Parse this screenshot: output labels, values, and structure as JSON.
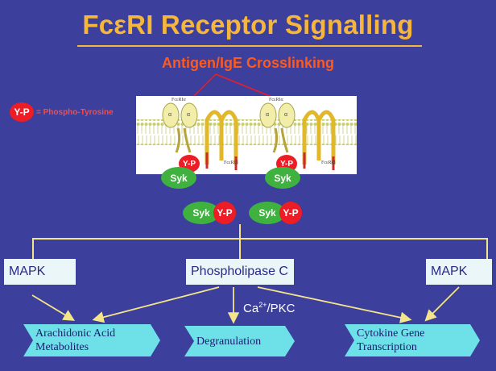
{
  "title": "FcεRI Receptor Signalling",
  "subtitle": "Antigen/IgE Crosslinking",
  "legend": {
    "badge": "Y-P",
    "text": "= Phospho-Tyrosine"
  },
  "membrane": {
    "receptor_alpha_label": "FcεRIα",
    "receptor_beta_label": "FcεRIβ",
    "domain_label": "α",
    "domain_label_2": "α",
    "yp": "Y-P",
    "syk": "Syk"
  },
  "complexes": [
    {
      "syk": "Syk",
      "yp": "Y-P"
    },
    {
      "syk": "Syk",
      "yp": "Y-P"
    }
  ],
  "pathway_boxes": {
    "mapk_left": "MAPK",
    "plc": "Phospholipase C",
    "mapk_right": "MAPK"
  },
  "ca_label": {
    "main": "Ca",
    "sup": "2+",
    "rest": "/PKC"
  },
  "outputs": {
    "arachidonic": [
      "Arachidonic Acid",
      "Metabolites"
    ],
    "degranulation": "Degranulation",
    "cytokine": [
      "Cytokine Gene",
      "Transcription"
    ]
  },
  "colors": {
    "background": "#3c3f9c",
    "title": "#f6b53b",
    "subtitle": "#ff5a1c",
    "phospho": "#ee1c25",
    "syk": "#3fb13f",
    "connector": "#f3e58a",
    "output_box": "#6ee0e8"
  }
}
